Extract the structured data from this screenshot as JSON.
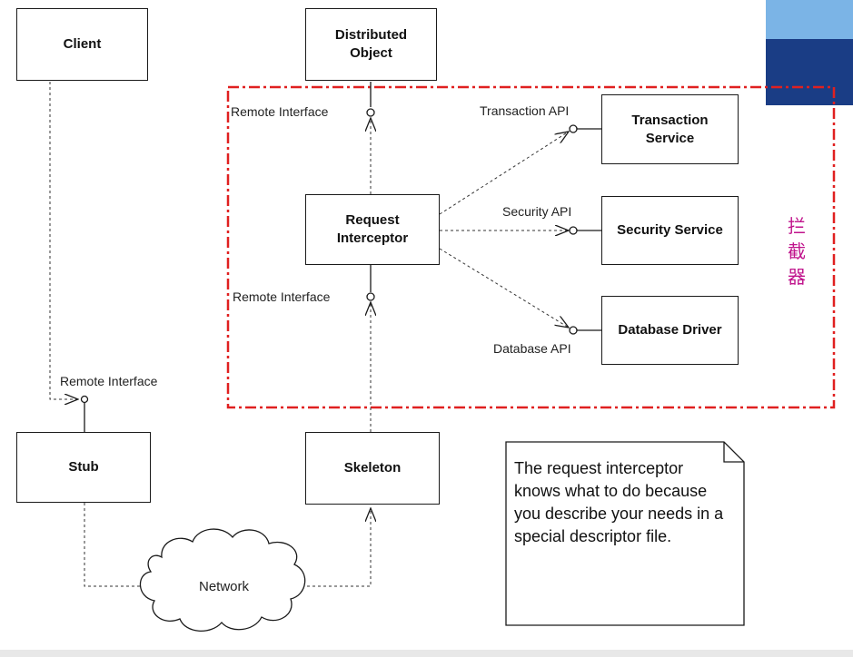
{
  "boxes": {
    "client": "Client",
    "distributed_object": "Distributed\nObject",
    "request_interceptor": "Request\nInterceptor",
    "transaction_service": "Transaction\nService",
    "security_service": "Security Service",
    "database_driver": "Database Driver",
    "stub": "Stub",
    "skeleton": "Skeleton"
  },
  "labels": {
    "remote_interface_top": "Remote Interface",
    "remote_interface_mid": "Remote Interface",
    "remote_interface_client": "Remote Interface",
    "transaction_api": "Transaction API",
    "security_api": "Security API",
    "database_api": "Database API",
    "network": "Network"
  },
  "note": {
    "text": "The request interceptor knows what to do because you describe your needs in a special descriptor file."
  },
  "interceptor_label": "拦\n截\n器",
  "colors": {
    "interceptor_boundary": "#e02020",
    "interceptor_label": "#c0148c",
    "accent_light": "#7bb4e6",
    "accent_dark": "#1a3d85"
  }
}
